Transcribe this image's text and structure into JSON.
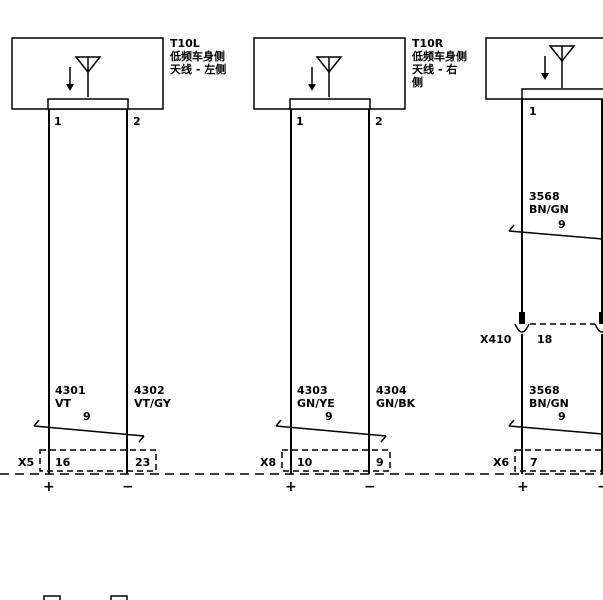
{
  "components": [
    {
      "id": "T10L",
      "name_lines": [
        "低频车身侧",
        "天线 - 左侧"
      ],
      "pins": [
        "1",
        "2"
      ]
    },
    {
      "id": "T10R",
      "name_lines": [
        "低频车身侧",
        "天线 - 右",
        "侧"
      ],
      "pins": [
        "1",
        "2"
      ]
    },
    {
      "id": "",
      "name_lines": [],
      "pins": [
        "1"
      ]
    }
  ],
  "wires": {
    "w4301": {
      "circuit": "4301",
      "color": "VT"
    },
    "w4302": {
      "circuit": "4302",
      "color": "VT/GY"
    },
    "w4303": {
      "circuit": "4303",
      "color": "GN/YE"
    },
    "w4304": {
      "circuit": "4304",
      "color": "GN/BK"
    },
    "w3568a": {
      "circuit": "3568",
      "color": "BN/GN"
    },
    "w3568b": {
      "circuit": "3568",
      "color": "BN/GN"
    }
  },
  "twist_labels": {
    "t1": "9",
    "t2": "9",
    "t3": "9",
    "t4": "9"
  },
  "connectors": {
    "x5": {
      "id": "X5",
      "pins": [
        "16",
        "23"
      ]
    },
    "x8": {
      "id": "X8",
      "pins": [
        "10",
        "9"
      ]
    },
    "x6": {
      "id": "X6",
      "pins": [
        "7"
      ]
    },
    "x410": {
      "id": "X410",
      "pin": "18"
    }
  },
  "polarity": {
    "plus": "+",
    "minus": "−"
  }
}
